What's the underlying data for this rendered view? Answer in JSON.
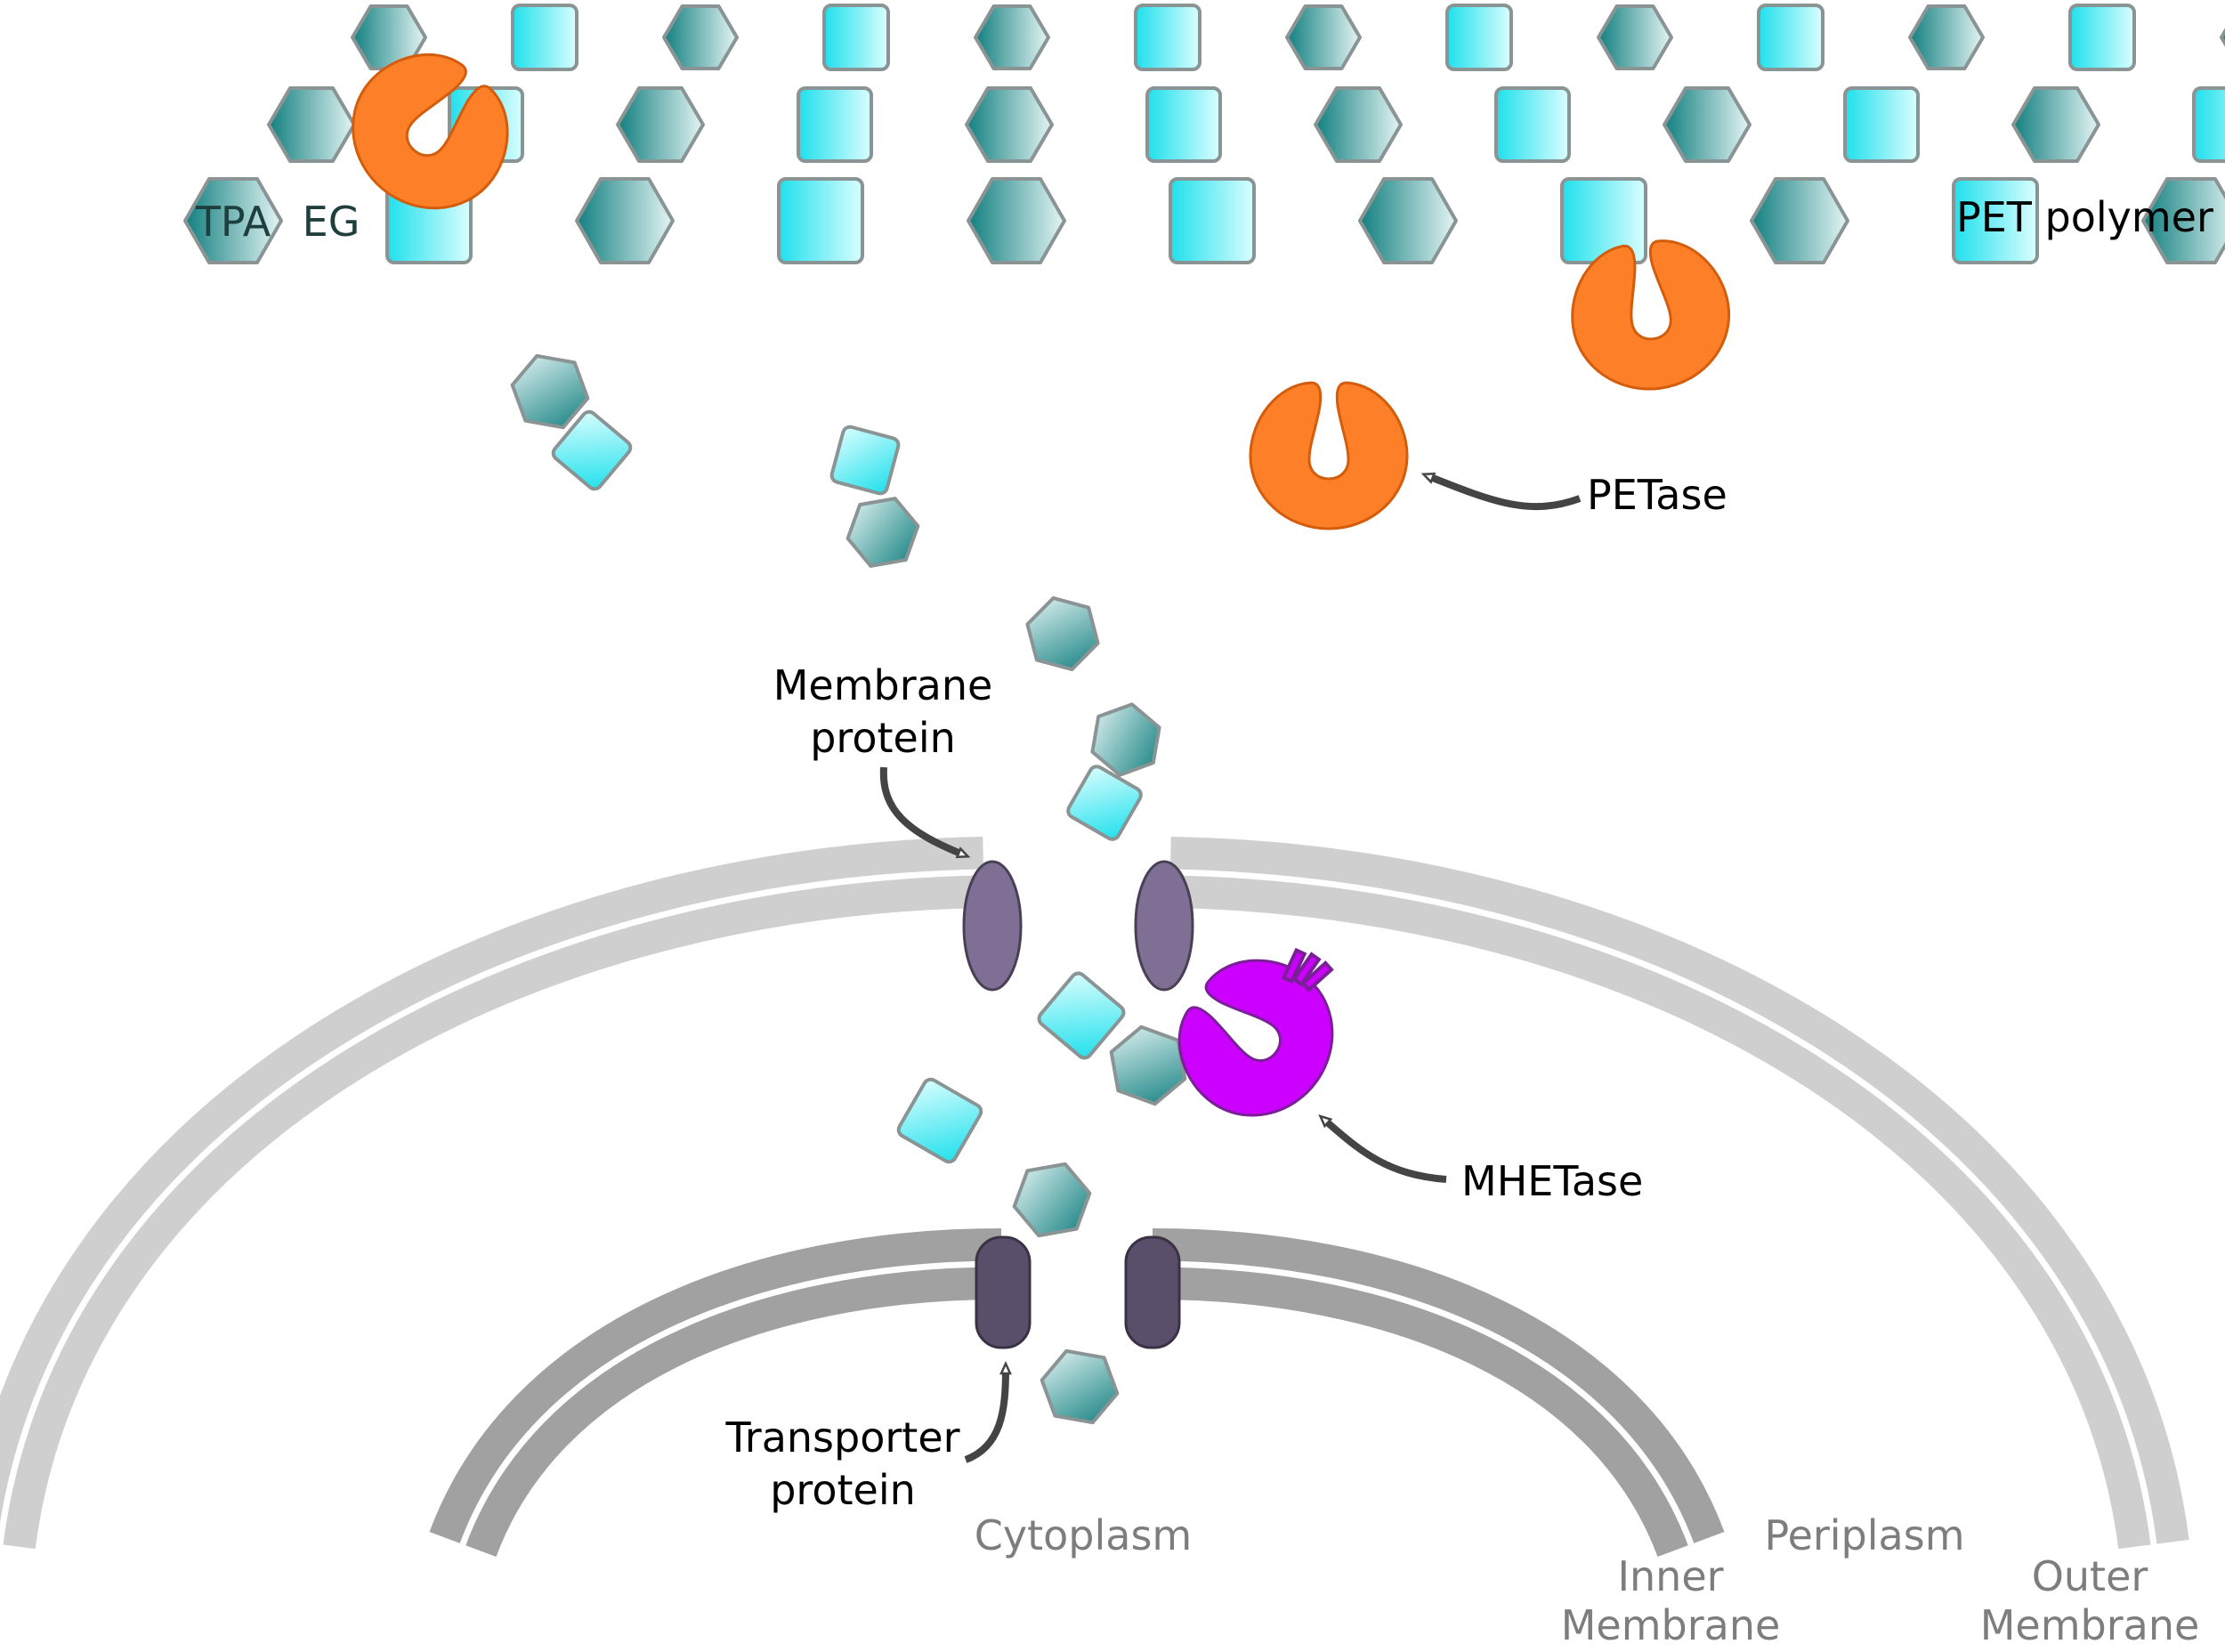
{
  "labels": {
    "pet_polymer": "PET polymer",
    "tpa": "TPA",
    "eg": "EG",
    "petase": "PETase",
    "membrane_protein_line1": "Membrane",
    "membrane_protein_line2": "protein",
    "mhetase": "MHETase",
    "transporter_line1": "Transporter",
    "transporter_line2": "protein",
    "cytoplasm": "Cytoplasm",
    "periplasm": "Periplasm",
    "inner_membrane_line1": "Inner",
    "inner_membrane_line2": "Membrane",
    "outer_membrane_line1": "Outer",
    "outer_membrane_line2": "Membrane"
  },
  "colors": {
    "tpa_dark": "#127f7f",
    "tpa_light": "#e4f4f4",
    "eg_dark": "#1fe0ec",
    "eg_light": "#dafeff",
    "monomer_stroke": "#8a9494",
    "petase": "#fd7f28",
    "petase_stroke": "#d35d0c",
    "mhetase": "#cc00ff",
    "mhetase_stroke": "#7a1f98",
    "outer_membrane": "#cfcfcf",
    "inner_membrane": "#a1a1a1",
    "membrane_protein": "#7f6f94",
    "transporter": "#5a4f6b",
    "arrow": "#444444"
  },
  "icons": {
    "tpa": "hexagon",
    "eg": "rounded-square",
    "enzyme": "pac-man-shape",
    "arrow": "curved-open-arrow"
  }
}
